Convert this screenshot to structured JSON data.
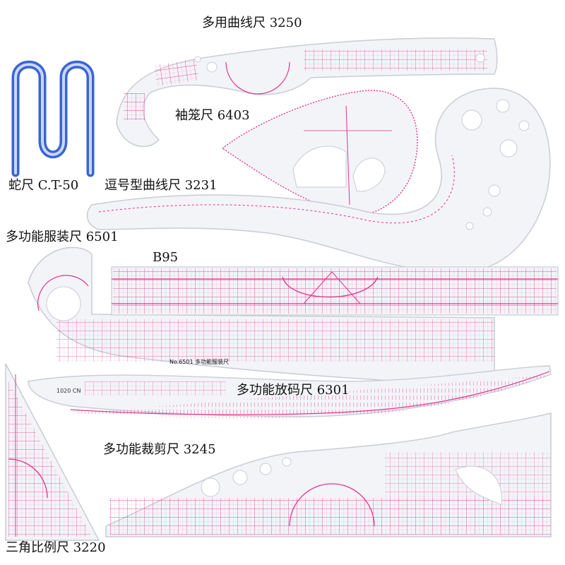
{
  "labels": {
    "curve_3250": "多用曲线尺 3250",
    "sleeve_6403": "袖笼尺 6403",
    "snake": "蛇尺 C.T-50",
    "comma_3231": "逗号型曲线尺 3231",
    "garment_6501": "多功能服装尺 6501",
    "b95": "B95",
    "grading_6301": "多功能放码尺 6301",
    "cutting_3245": "多功能裁剪尺 3245",
    "triangle_3220": "三角比例尺 3220"
  },
  "printed_marks": {
    "no_6501": "No.6501 多功能服装尺",
    "code_6301": "1020 CN"
  },
  "colors": {
    "background": "#ffffff",
    "ruler_body": "#f3f4f8",
    "ruler_edge": "#c9ccd6",
    "grid_magenta": "#e0338e",
    "grid_light": "#f1a6cc",
    "snake_blue": "#3a63d6",
    "snake_light": "#c9d8f5",
    "label_text": "#111111"
  }
}
